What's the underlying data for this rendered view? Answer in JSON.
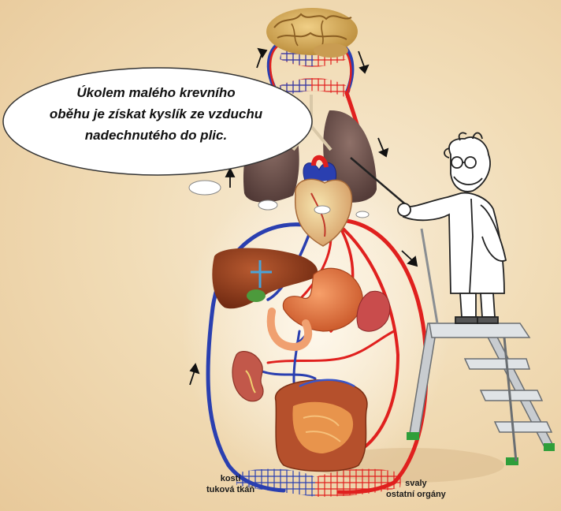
{
  "speech_bubble": {
    "lines": [
      "Úkolem malého krevního",
      "oběhu je získat kyslík ze vzduchu",
      "nadechnutého do plic."
    ]
  },
  "labels": {
    "left": [
      "kosti",
      "tuková tkáň"
    ],
    "right": [
      "svaly",
      "ostatní orgány"
    ]
  },
  "colors": {
    "background": "#f1dcb6",
    "oxygenated_blood": "#e0201e",
    "deoxygenated_blood": "#2a3fb0",
    "bubble_fill": "#ffffff",
    "ladder_feet": "#2f9e3a"
  }
}
